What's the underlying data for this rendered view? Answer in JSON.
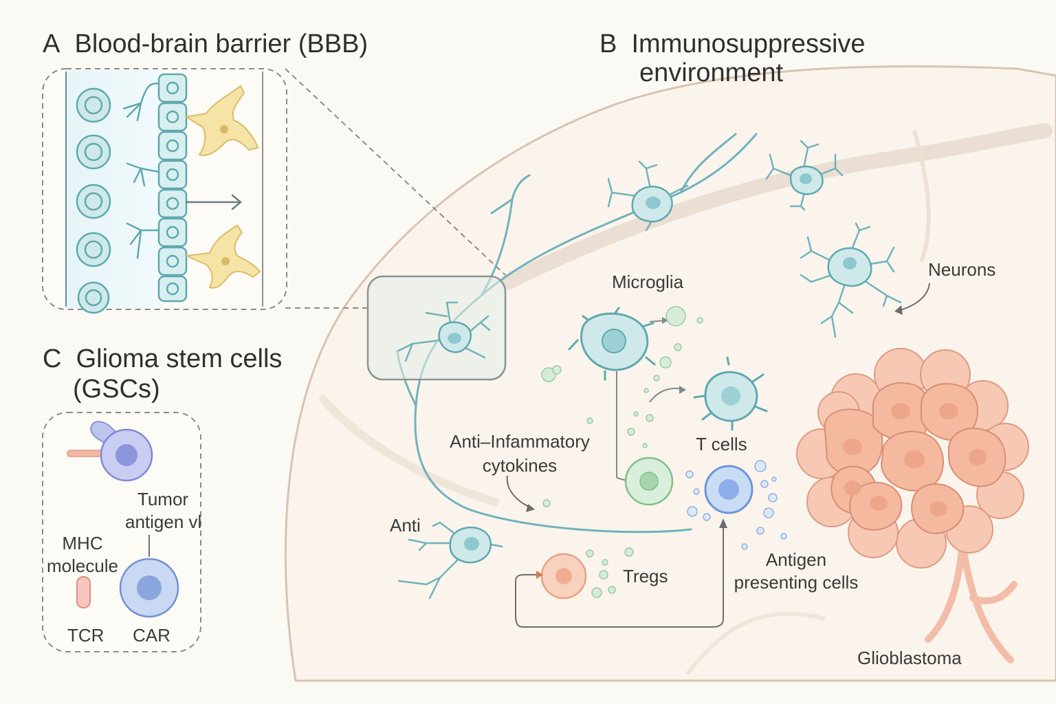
{
  "panels": {
    "a": {
      "letter": "A",
      "title": "Blood-brain barrier (BBB)"
    },
    "b": {
      "letter": "B",
      "title_line1": "Immunosuppressive",
      "title_line2": "environment"
    },
    "c": {
      "letter": "C",
      "title_line1": "Glioma stem cells",
      "title_line2": "(GSCs)"
    }
  },
  "labels": {
    "microglia": "Microglia",
    "neurons": "Neurons",
    "cytokines_line1": "Anti–Infammatory",
    "cytokines_line2": "cytokines",
    "t_cells": "T cells",
    "anti": "Anti",
    "tregs": "Tregs",
    "apc_line1": "Antigen",
    "apc_line2": "presenting cells",
    "glioblastoma": "Glioblastoma"
  },
  "gsc_box": {
    "tumor_antigen_line1": "Tumor",
    "tumor_antigen_line2": "antigen vl",
    "mhc_line1": "MHC",
    "mhc_line2": "molecule",
    "tcr": "TCR",
    "car": "CAR"
  },
  "colors": {
    "teal_cell": "#cfe9ea",
    "teal_stroke": "#5fa8b0",
    "astrocyte": "#f6e3a6",
    "tumor": "#f7c9b4",
    "tumor_stroke": "#de9a80",
    "t_cell": "#c9dcf5",
    "t_cell_stroke": "#6f95d6",
    "treg": "#f9d2bf",
    "cytokine": "#cfe8d3",
    "brain_outline": "#d9c3b0"
  }
}
